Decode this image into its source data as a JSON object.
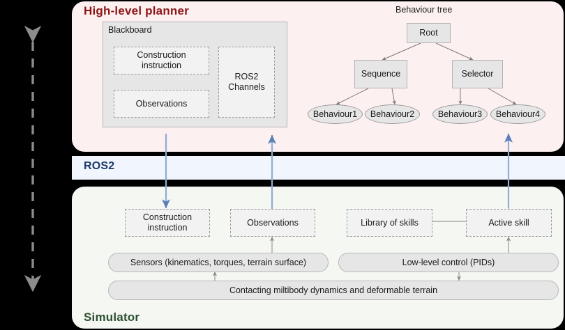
{
  "diagram": {
    "title_planner": "High-level planner",
    "title_ros2": "ROS2",
    "title_sim": "Simulator",
    "colors": {
      "planner_panel": "#fdf0f0",
      "planner_title": "#8c1616",
      "ros2_panel": "#f1f5fd",
      "ros2_title": "#1b3a6b",
      "sim_panel": "#f4f7f2",
      "sim_title": "#2c5030",
      "node_fill": "#e6e6e6",
      "dashed_fill": "#f2f2f2",
      "blue_arrow": "#6f93c9",
      "gray_arrow": "#8c8c8c",
      "background": "#000000"
    }
  },
  "side_arrow": {
    "name": "vertical-double-arrow",
    "style": "dashed",
    "color": "#8c8c8c",
    "direction": "both"
  },
  "blackboard": {
    "label": "Blackboard",
    "items": [
      {
        "label": "Construction\ninstruction",
        "line1": "Construction",
        "line2": "instruction"
      },
      {
        "label": "Observations",
        "line1": "Observations",
        "line2": ""
      },
      {
        "label": "ROS2\nChannels",
        "line1": "ROS2",
        "line2": "Channels"
      }
    ]
  },
  "behaviour_tree": {
    "caption": "Behaviour tree",
    "nodes": [
      {
        "id": "root",
        "label": "Root",
        "shape": "rect"
      },
      {
        "id": "sequence",
        "label": "Sequence",
        "shape": "rect"
      },
      {
        "id": "selector",
        "label": "Selector",
        "shape": "rect"
      },
      {
        "id": "b1",
        "label": "Behaviour1",
        "shape": "ellipse"
      },
      {
        "id": "b2",
        "label": "Behaviour2",
        "shape": "ellipse"
      },
      {
        "id": "b3",
        "label": "Behaviour3",
        "shape": "ellipse"
      },
      {
        "id": "b4",
        "label": "Behaviour4",
        "shape": "ellipse"
      }
    ],
    "edges": [
      {
        "from": "root",
        "to": "sequence"
      },
      {
        "from": "root",
        "to": "selector"
      },
      {
        "from": "sequence",
        "to": "b1"
      },
      {
        "from": "sequence",
        "to": "b2"
      },
      {
        "from": "selector",
        "to": "b3"
      },
      {
        "from": "selector",
        "to": "b4"
      }
    ]
  },
  "simulator": {
    "dashed_boxes": [
      {
        "id": "construction-instruction",
        "line1": "Construction",
        "line2": "instruction"
      },
      {
        "id": "observations",
        "line1": "Observations",
        "line2": ""
      },
      {
        "id": "library-of-skills",
        "line1": "Library of skills",
        "line2": ""
      },
      {
        "id": "active-skill",
        "line1": "Active skill",
        "line2": ""
      }
    ],
    "pills": [
      {
        "id": "sensors",
        "label": "Sensors (kinematics, torques, terrain surface)"
      },
      {
        "id": "low-level-control",
        "label": "Low-level control (PIDs)"
      },
      {
        "id": "dynamics",
        "label": "Contacting miltibody dynamics and deformable terrain"
      }
    ]
  },
  "connections": [
    {
      "id": "planner-to-construction",
      "color": "#6f93c9",
      "direction": "down"
    },
    {
      "id": "observations-to-planner",
      "color": "#6f93c9",
      "direction": "up"
    },
    {
      "id": "planner-activeskill",
      "color": "#6f93c9",
      "direction": "both"
    },
    {
      "id": "sensors-to-observations",
      "color": "#8c8c8c",
      "direction": "up"
    },
    {
      "id": "activeskill-to-library",
      "color": "#8c8c8c",
      "direction": "left"
    },
    {
      "id": "lowlevel-to-activeskill",
      "color": "#8c8c8c",
      "direction": "up"
    },
    {
      "id": "dynamics-to-sensors",
      "color": "#8c8c8c",
      "direction": "up"
    },
    {
      "id": "lowlevel-to-dynamics",
      "color": "#8c8c8c",
      "direction": "down"
    }
  ]
}
